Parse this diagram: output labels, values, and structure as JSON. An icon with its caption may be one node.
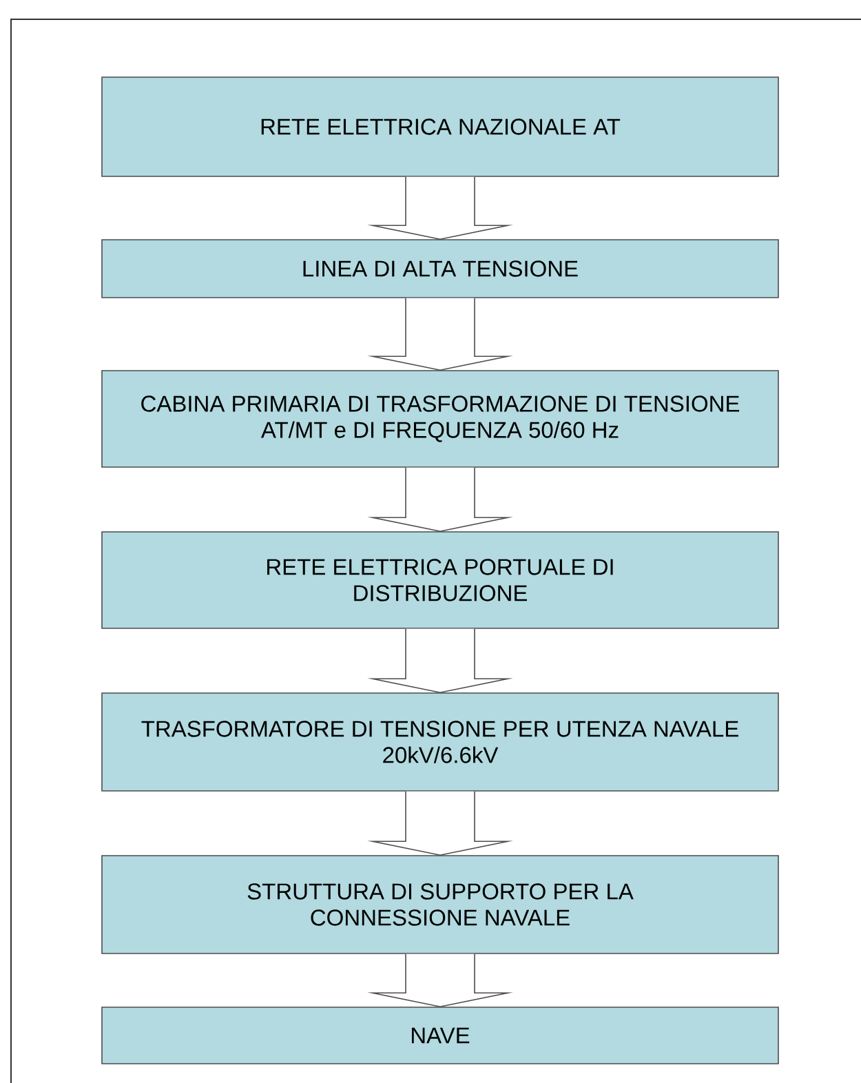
{
  "diagram": {
    "nodes": [
      {
        "text": [
          "RETE ELETTRICA NAZIONALE AT"
        ]
      },
      {
        "text": [
          "LINEA DI ALTA TENSIONE"
        ]
      },
      {
        "text": [
          "CABINA PRIMARIA DI TRASFORMAZIONE DI TENSIONE AT/MT e DI FREQUENZA 50/60 Hz"
        ]
      },
      {
        "text": [
          "RETE ELETTRICA PORTUALE DI DISTRIBUZIONE"
        ]
      },
      {
        "text": [
          "TRASFORMATORE DI TENSIONE PER UTENZA NAVALE 20kV/6.6kV"
        ]
      },
      {
        "text": [
          "STRUTTURA DI SUPPORTO PER LA CONNESSIONE NAVALE"
        ]
      },
      {
        "text": [
          "NAVE"
        ]
      }
    ],
    "edges": [
      {
        "from": 0,
        "to": 1,
        "arrow": "to"
      },
      {
        "from": 1,
        "to": 2,
        "arrow": "to"
      },
      {
        "from": 2,
        "to": 3,
        "arrow": "to"
      },
      {
        "from": 3,
        "to": 4,
        "arrow": "to"
      },
      {
        "from": 4,
        "to": 5,
        "arrow": "to"
      },
      {
        "from": 5,
        "to": 6,
        "arrow": "to"
      }
    ]
  }
}
